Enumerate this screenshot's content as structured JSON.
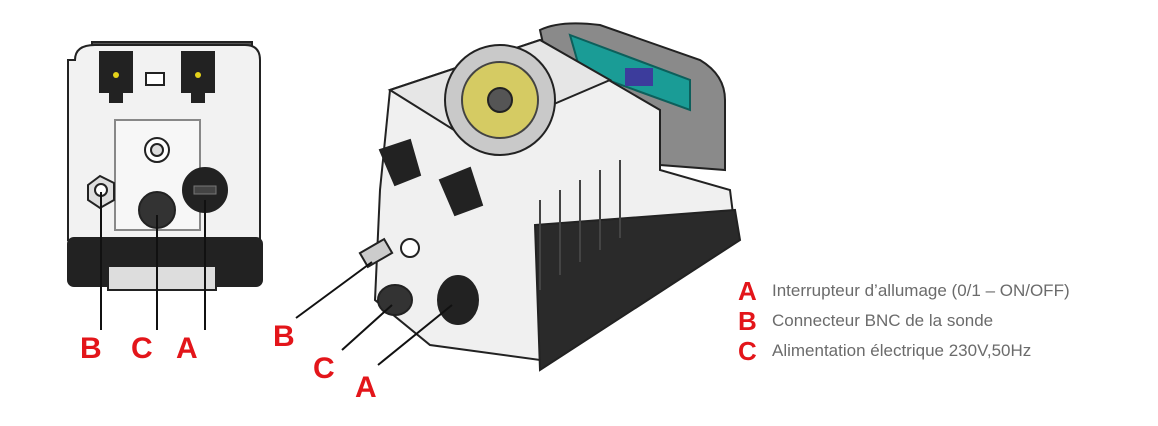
{
  "front_view": {
    "callouts": [
      "B",
      "C",
      "A"
    ]
  },
  "iso_view": {
    "callouts": [
      "B",
      "C",
      "A"
    ]
  },
  "legend": [
    {
      "letter": "A",
      "text": "Interrupteur d’allumage (0/1 – ON/OFF)"
    },
    {
      "letter": "B",
      "text": "Connecteur BNC de la sonde"
    },
    {
      "letter": "C",
      "text": "Alimentation électrique 230V,50Hz"
    }
  ],
  "colors": {
    "callout": "#e3151a",
    "legend_text": "#6b6b6b",
    "lid": "#1a9c96"
  }
}
